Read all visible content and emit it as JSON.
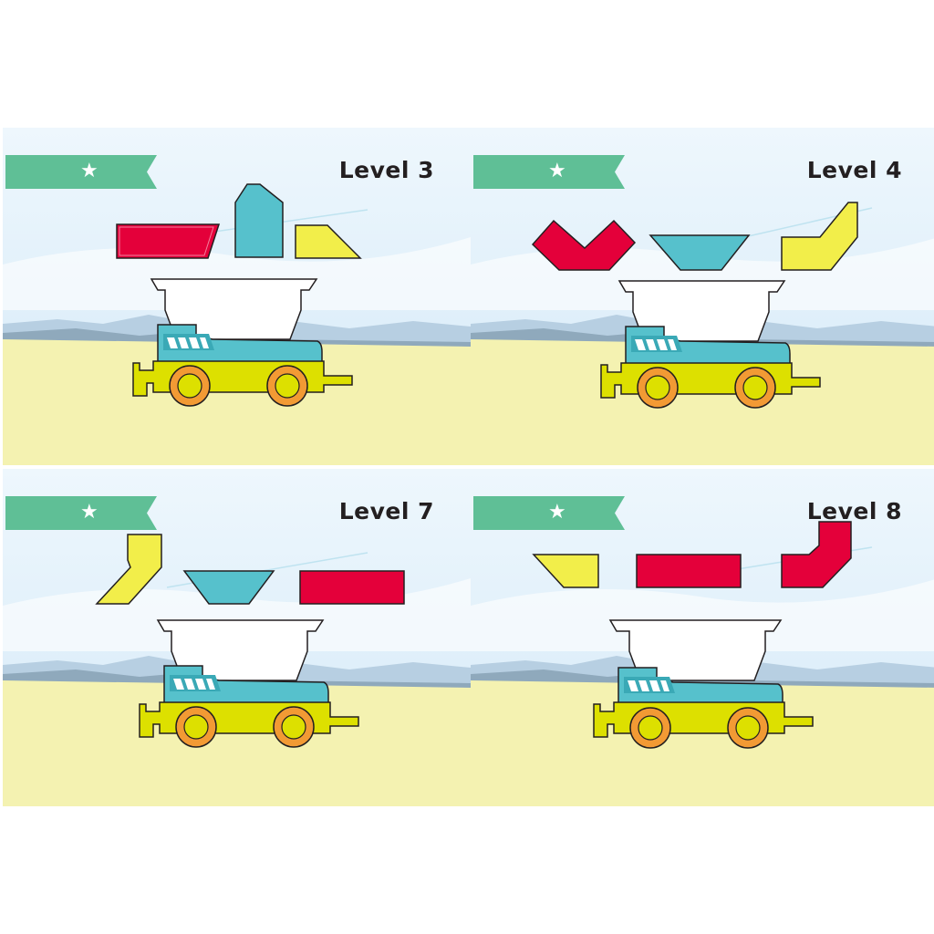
{
  "colors": {
    "ribbon": "#5fbf96",
    "sky_top": "#eaf5fc",
    "sky_bottom": "#cfe6f6",
    "mountain_back": "#a9c4d8",
    "mountain_front": "#8aa8bd",
    "sand": "#f4f2b1",
    "truck_body": "#dde000",
    "truck_cab": "#56c1cc",
    "wheel": "#f29a34",
    "shape_red": "#e4003a",
    "shape_teal": "#56c1cc",
    "shape_yellow": "#f2ee4a"
  },
  "ribbon_icon": "star-icon",
  "ribbon_star": "★",
  "levels": [
    {
      "label": "Level 3",
      "pieces": [
        "red-parallelogram",
        "teal-pentagon",
        "yellow-trapezoid"
      ]
    },
    {
      "label": "Level 4",
      "pieces": [
        "red-chevron",
        "teal-trapezoid",
        "yellow-angle"
      ]
    },
    {
      "label": "Level 7",
      "pieces": [
        "yellow-angle",
        "teal-trapezoid",
        "red-rectangle"
      ]
    },
    {
      "label": "Level 8",
      "pieces": [
        "yellow-trapezoid",
        "red-rectangle",
        "red-angle"
      ]
    }
  ]
}
